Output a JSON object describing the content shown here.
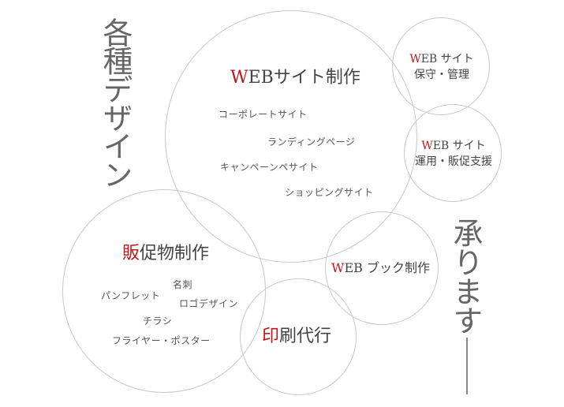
{
  "left_vertical": {
    "text": "各種デザイン"
  },
  "right_vertical": {
    "text": "承ります"
  },
  "web_site": {
    "accent_letter": "W",
    "title_rest": "EBサイト制作",
    "items": [
      "コーポレートサイト",
      "ランディングページ",
      "キャンペーンペサイト",
      "ショッピングサイト"
    ]
  },
  "web_maintenance": {
    "accent_letter": "W",
    "line1_rest": "EB サイト",
    "line2": "保守・管理"
  },
  "web_operation": {
    "accent_letter": "W",
    "line1_rest": "EB サイト",
    "line2": "運用・販促支援"
  },
  "sales_promo": {
    "accent_letter": "販",
    "title_rest": "促物制作",
    "items": [
      "名刺",
      "パンフレット",
      "ロゴデザイン",
      "チラシ",
      "フライヤー・ポスター"
    ]
  },
  "printing": {
    "accent_letter": "印",
    "title_rest": "刷代行"
  },
  "web_book": {
    "accent_letter": "W",
    "title_rest": "EB ブック制作"
  },
  "colors": {
    "accent": "#c0161d",
    "circle_stroke": "#c8c8c8",
    "text": "#444444"
  }
}
